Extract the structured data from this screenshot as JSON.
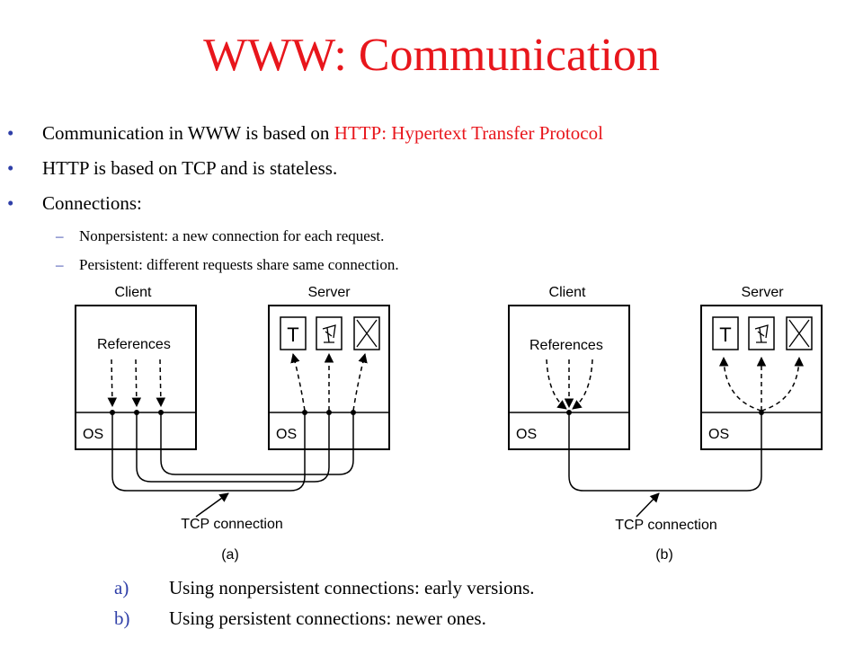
{
  "title": "WWW: Communication",
  "bullets": [
    {
      "text": "Communication in WWW is based on ",
      "highlight": "HTTP: Hypertext Transfer Protocol"
    },
    {
      "text": "HTTP is based on TCP and is stateless.",
      "highlight": ""
    },
    {
      "text": "Connections:",
      "highlight": ""
    }
  ],
  "sub_bullets": [
    "Nonpersistent: a new connection for each request.",
    "Persistent: different requests share same connection."
  ],
  "bullet_marker": "•",
  "sub_marker": "–",
  "diagram": {
    "client_label": "Client",
    "server_label": "Server",
    "references_label": "References",
    "os_label": "OS",
    "tcp_label": "TCP connection",
    "text_icon_glyph": "T",
    "panel_a_label": "(a)",
    "panel_b_label": "(b)"
  },
  "captions": [
    {
      "label": "a)",
      "text": "Using nonpersistent connections: early versions."
    },
    {
      "label": "b)",
      "text": "Using persistent connections: newer ones."
    }
  ],
  "colors": {
    "title": "#e8161c",
    "highlight": "#e8161c",
    "marker": "#2f3fa8"
  }
}
